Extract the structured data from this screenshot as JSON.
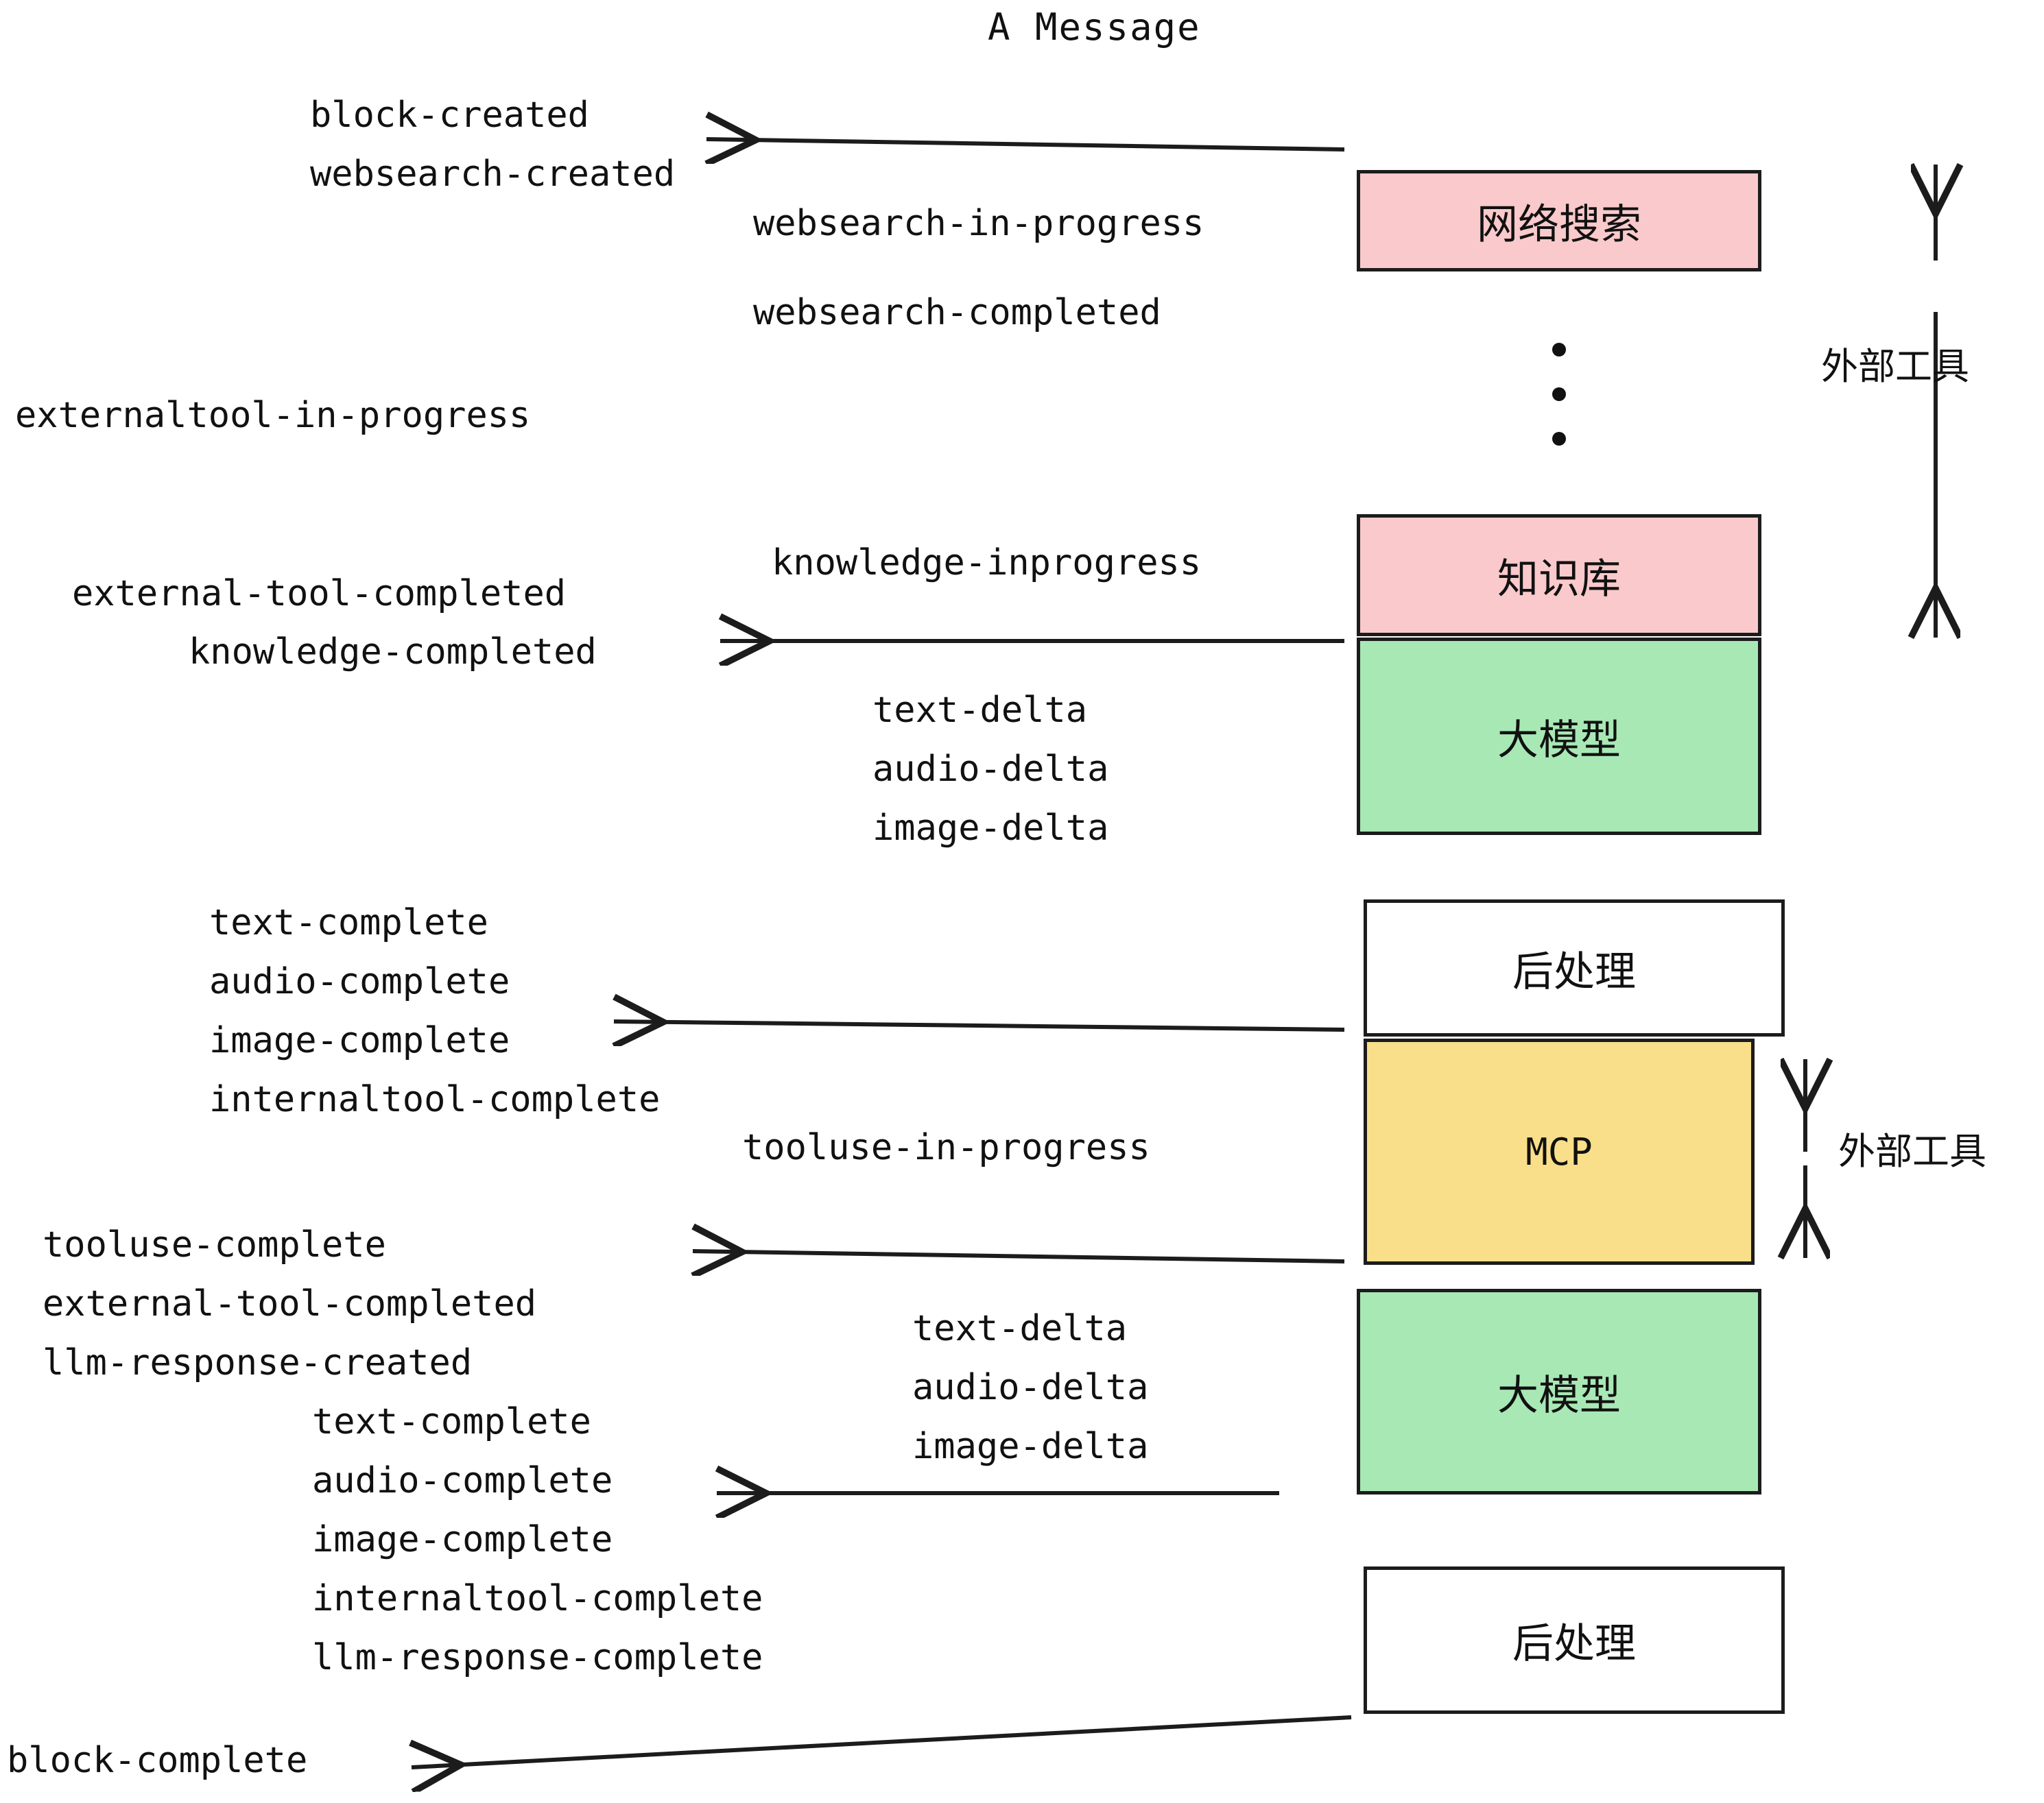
{
  "title": "A Message",
  "boxes": [
    {
      "id": "websearch",
      "label": "网络搜索",
      "color": "#f9c9cb",
      "lang": "zh"
    },
    {
      "id": "knowledge",
      "label": "知识库",
      "color": "#f9c9cb",
      "lang": "zh"
    },
    {
      "id": "llm-upper",
      "label": "大模型",
      "color": "#a8e8b5",
      "lang": "zh"
    },
    {
      "id": "post-upper",
      "label": "后处理",
      "color": "#ffffff",
      "lang": "zh"
    },
    {
      "id": "mcp",
      "label": "MCP",
      "color": "#f9df8a",
      "lang": "en"
    },
    {
      "id": "llm-lower",
      "label": "大模型",
      "color": "#a8e8b5",
      "lang": "zh"
    },
    {
      "id": "post-lower",
      "label": "后处理",
      "color": "#ffffff",
      "lang": "zh"
    }
  ],
  "side_labels": [
    {
      "id": "external-tools-top",
      "text": "外部工具"
    },
    {
      "id": "external-tools-bottom",
      "text": "外部工具"
    }
  ],
  "events": {
    "block_created": "block-created",
    "websearch_created": "websearch-created",
    "websearch_in_progress": "websearch-in-progress",
    "websearch_completed": "websearch-completed",
    "externaltool_in_progress": "externaltool-in-progress",
    "knowledge_inprogress": "knowledge-inprogress",
    "external_tool_completed": "external-tool-completed",
    "knowledge_completed": "knowledge-completed",
    "text_delta": "text-delta",
    "audio_delta": "audio-delta",
    "image_delta": "image-delta",
    "text_complete": "text-complete",
    "audio_complete": "audio-complete",
    "image_complete": "image-complete",
    "internaltool_complete": "internaltool-complete",
    "tooluse_in_progress": "tooluse-in-progress",
    "tooluse_complete": "tooluse-complete",
    "external_tool_completed2": "external-tool-completed",
    "llm_response_created": "llm-response-created",
    "text_complete2": "text-complete",
    "audio_complete2": "audio-complete",
    "image_complete2": "image-complete",
    "internaltool_complete2": "internaltool-complete",
    "llm_response_complete": "llm-response-complete",
    "text_delta2": "text-delta",
    "audio_delta2": "audio-delta",
    "image_delta2": "image-delta",
    "block_complete": "block-complete"
  },
  "colors": {
    "pink": "#f9c9cb",
    "green": "#a8e8b5",
    "yellow": "#f9df8a",
    "white": "#ffffff",
    "stroke": "#1c1c1c",
    "text": "#111111"
  }
}
